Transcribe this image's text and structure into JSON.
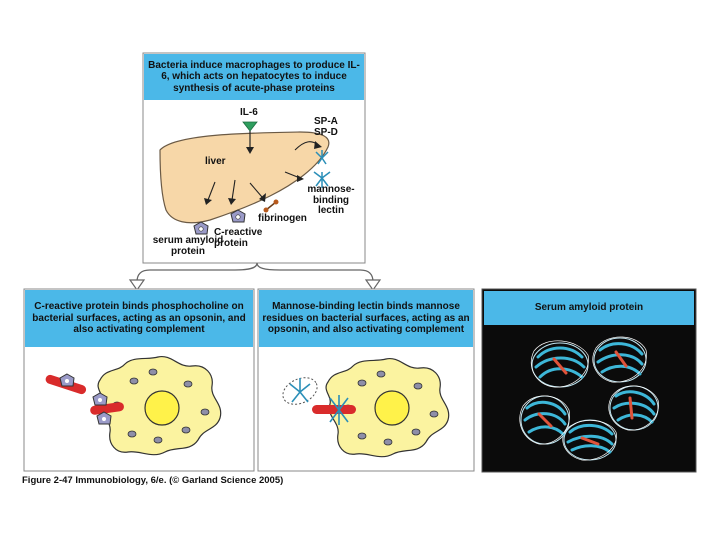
{
  "top_panel": {
    "caption": "Bacteria induce macrophages to produce IL-6, which acts on hepatocytes to induce synthesis of acute-phase proteins",
    "labels": {
      "il6": "IL-6",
      "liver": "liver",
      "spa": "SP-A",
      "spd": "SP-D",
      "mbl": "mannose-binding lectin",
      "fibrinogen": "fibrinogen",
      "crp": "C-reactive protein",
      "saa": "serum amyloid protein"
    }
  },
  "panel_crp": {
    "caption": "C-reactive protein binds phosphocholine on bacterial surfaces, acting as an opsonin, and also activating complement"
  },
  "panel_mbl": {
    "caption": "Mannose-binding lectin binds mannose residues on bacterial surfaces, acting as an opsonin, and also activating complement"
  },
  "panel_saa": {
    "caption": "Serum amyloid protein"
  },
  "footer": "Figure 2-47 Immunobiology, 6/e. (© Garland Science 2005)",
  "colors": {
    "caption_bg": "#4bb8e8",
    "panel_bg": "#ffffff",
    "liver": "#f7d7a8",
    "cell": "#fbf3a0",
    "nucleus": "#fff24a",
    "bacterium": "#d92b2b",
    "protein": "#9a9ac8",
    "lectin": "#2b8fb8",
    "il6_triangle": "#2e9e5e",
    "dark_panel": "#0b0b0b"
  }
}
